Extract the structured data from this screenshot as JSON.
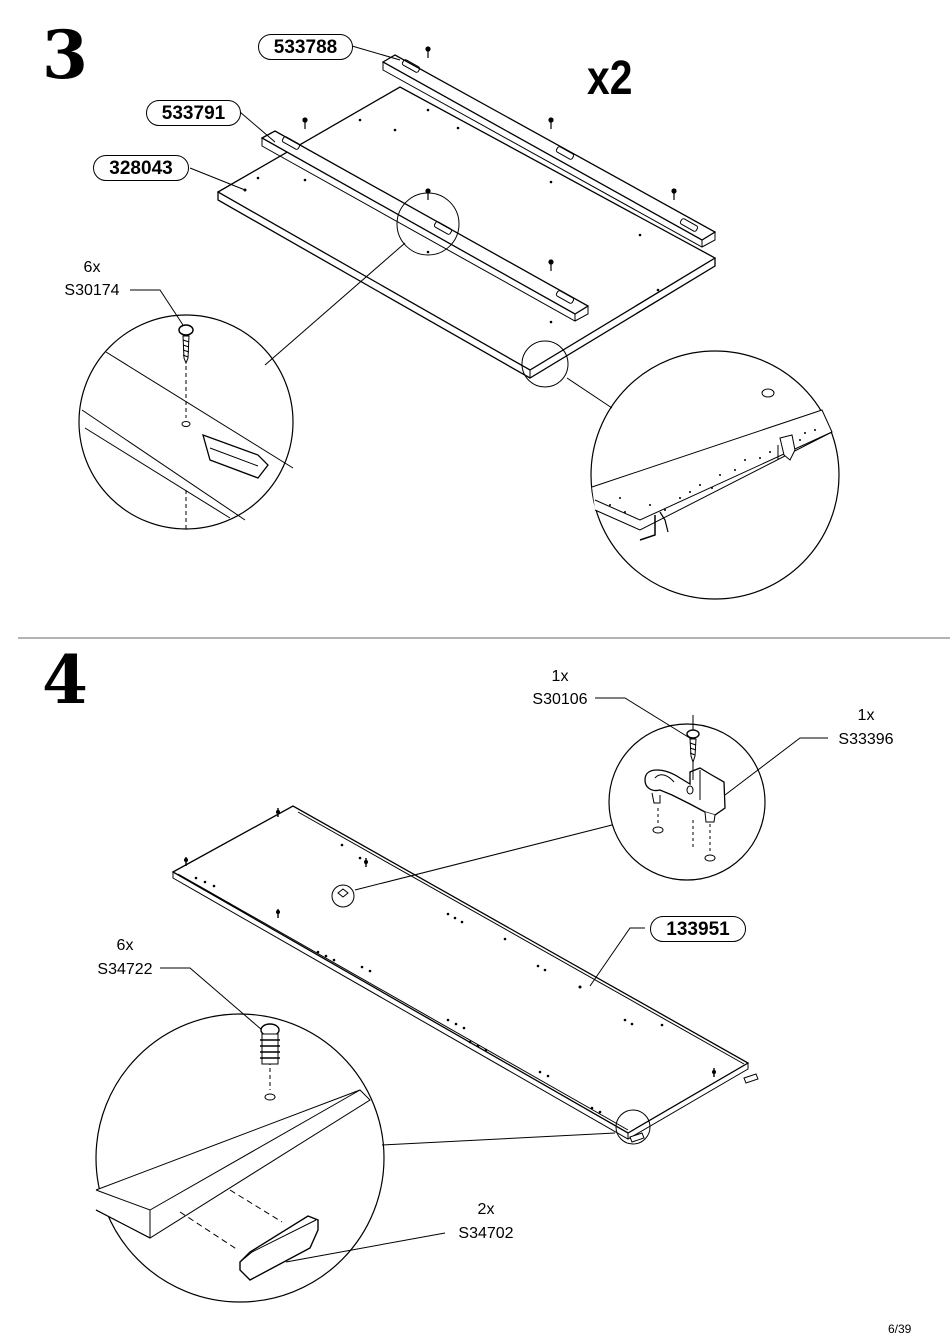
{
  "step3": {
    "number": "3",
    "multiplier": "x2",
    "parts": [
      "533788",
      "533791",
      "328043"
    ],
    "hardware": {
      "qty": "6x",
      "code": "S30174"
    }
  },
  "step4": {
    "number": "4",
    "panel": "133951",
    "cam_screw": {
      "qty": "1x",
      "code": "S30106"
    },
    "clip": {
      "qty": "1x",
      "code": "S33396"
    },
    "dowel": {
      "qty": "6x",
      "code": "S34722"
    },
    "cap": {
      "qty": "2x",
      "code": "S34702"
    }
  },
  "footer": {
    "page": "6/39"
  }
}
